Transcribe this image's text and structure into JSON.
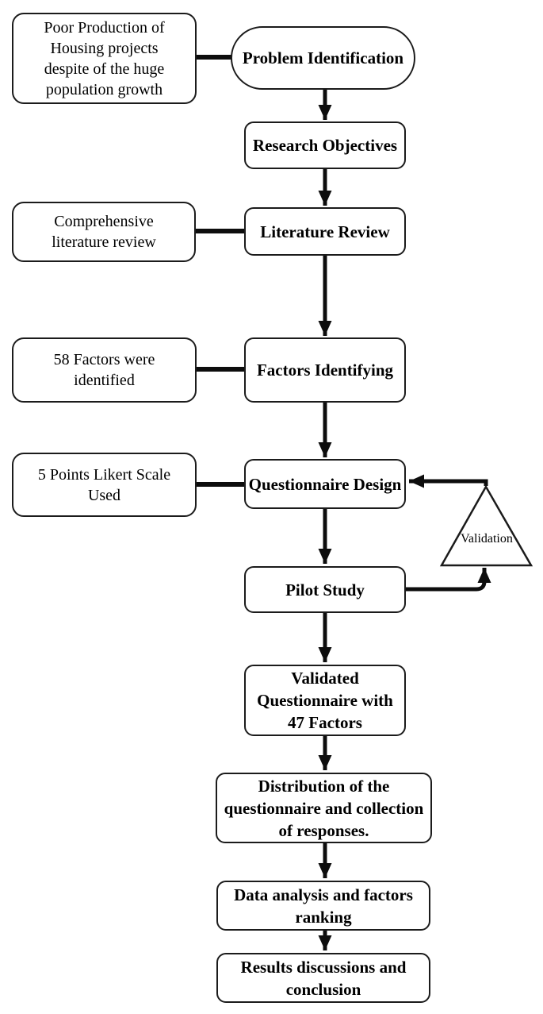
{
  "diagram": {
    "type": "flowchart",
    "colors": {
      "background": "#ffffff",
      "node_fill": "#ffffff",
      "node_stroke": "#1b1b1b",
      "line": "#0d0d0d",
      "text": "#000000"
    },
    "nodes": {
      "problem_identification": [
        "Problem Identification"
      ],
      "research_objectives": [
        "Research Objectives"
      ],
      "literature_review": [
        "Literature Review"
      ],
      "factors_identifying": [
        "Factors Identifying"
      ],
      "questionnaire_design": [
        "Questionnaire Design"
      ],
      "pilot_study": [
        "Pilot Study"
      ],
      "validated_questionnaire": [
        "Validated",
        "Questionnaire with",
        "47 Factors"
      ],
      "distribution": [
        "Distribution of the",
        "questionnaire and collection",
        "of responses."
      ],
      "data_analysis": [
        "Data analysis and factors",
        "ranking"
      ],
      "results": [
        "Results discussions and",
        "conclusion"
      ],
      "validation": [
        "Validation"
      ]
    },
    "side_notes": {
      "problem": [
        "Poor Production of",
        "Housing projects",
        "despite of the huge",
        "population growth"
      ],
      "literature": [
        "Comprehensive",
        "literature review"
      ],
      "factors": [
        "58 Factors were",
        "identified"
      ],
      "likert": [
        "5 Points Likert Scale",
        "Used"
      ]
    },
    "edges": [
      {
        "from": "problem-note",
        "to": "problem-identification",
        "style": "line"
      },
      {
        "from": "problem-identification",
        "to": "research-objectives",
        "style": "arrow"
      },
      {
        "from": "research-objectives",
        "to": "literature-review",
        "style": "arrow"
      },
      {
        "from": "literature-note",
        "to": "literature-review",
        "style": "line"
      },
      {
        "from": "literature-review",
        "to": "factors-identifying",
        "style": "arrow"
      },
      {
        "from": "factors-note",
        "to": "factors-identifying",
        "style": "line"
      },
      {
        "from": "factors-identifying",
        "to": "questionnaire-design",
        "style": "arrow"
      },
      {
        "from": "likert-note",
        "to": "questionnaire-design",
        "style": "line"
      },
      {
        "from": "questionnaire-design",
        "to": "pilot-study",
        "style": "arrow"
      },
      {
        "from": "pilot-study",
        "to": "validation",
        "style": "arrow"
      },
      {
        "from": "validation",
        "to": "questionnaire-design",
        "style": "arrow"
      },
      {
        "from": "pilot-study",
        "to": "validated-questionnaire",
        "style": "arrow"
      },
      {
        "from": "validated-questionnaire",
        "to": "distribution",
        "style": "arrow"
      },
      {
        "from": "distribution",
        "to": "data-analysis",
        "style": "arrow"
      },
      {
        "from": "data-analysis",
        "to": "results",
        "style": "arrow"
      }
    ]
  }
}
